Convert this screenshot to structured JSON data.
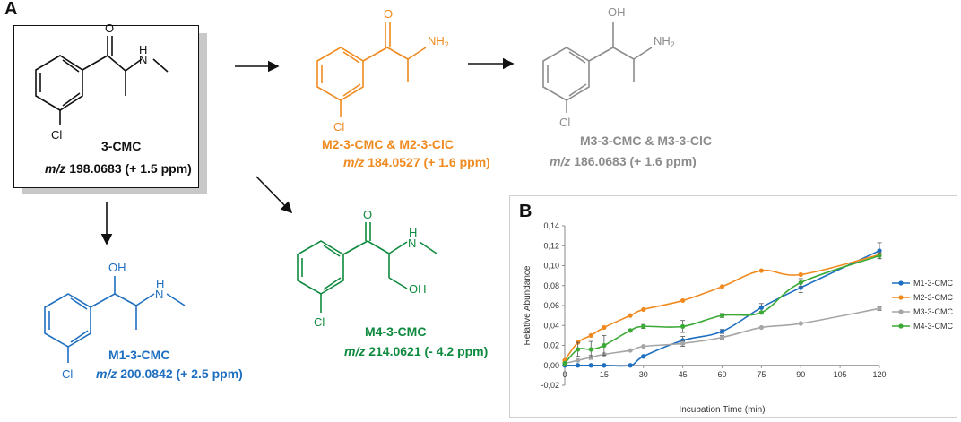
{
  "panel_a_label": "A",
  "panel_b_label": "B",
  "atom_cl": "Cl",
  "atom_nh2": "NH",
  "atom_nh2_sub": "2",
  "atom_n": "N",
  "atom_h": "H",
  "atom_o": "O",
  "atom_oh": "OH",
  "colors": {
    "parent": "#000000",
    "m1": "#1f6fc1",
    "m2": "#f08a1e",
    "m3": "#8c8c8c",
    "m4": "#0e8a3e"
  },
  "parent": {
    "name": "3-CMC",
    "mz_prefix": "m/z",
    "mz_value": " 198.0683 (+ 1.5 ppm)"
  },
  "m1": {
    "name": "M1-3-CMC",
    "mz_prefix": "m/z",
    "mz_value": " 200.0842 (+ 2.5 ppm)"
  },
  "m2": {
    "name": "M2-3-CMC & M2-3-ClC",
    "mz_prefix": "m/z",
    "mz_value": " 184.0527 (+ 1.6 ppm)"
  },
  "m3": {
    "name": "M3-3-CMC & M3-3-ClC",
    "mz_prefix": "m/z",
    "mz_value": " 186.0683 (+ 1.6 ppm)"
  },
  "m4": {
    "name": "M4-3-CMC",
    "mz_prefix": "m/z",
    "mz_value": " 214.0621 (- 4.2 ppm)"
  },
  "chart_data": {
    "type": "line",
    "title": "",
    "xlabel": "Incubation Time (min)",
    "ylabel": "Relative Abundance",
    "xlim": [
      0,
      120
    ],
    "ylim": [
      -0.02,
      0.14
    ],
    "xticks": [
      0,
      15,
      30,
      45,
      60,
      75,
      90,
      105,
      120
    ],
    "yticks": [
      "-0,02",
      "0,00",
      "0,02",
      "0,04",
      "0,06",
      "0,08",
      "0,10",
      "0,12",
      "0,14"
    ],
    "yticks_values": [
      -0.02,
      0,
      0.02,
      0.04,
      0.06,
      0.08,
      0.1,
      0.12,
      0.14
    ],
    "legend_position": "right",
    "grid": false,
    "series": [
      {
        "name": "M1-3-CMC",
        "color": "#1f6fc1",
        "x": [
          0,
          5,
          10,
          15,
          25,
          30,
          45,
          60,
          75,
          90,
          120
        ],
        "y": [
          0,
          0,
          0,
          0,
          0,
          0.009,
          0.025,
          0.034,
          0.058,
          0.078,
          0.115
        ],
        "err": [
          0,
          0,
          0,
          0,
          0,
          0,
          0.004,
          0.002,
          0.004,
          0.005,
          0.008
        ]
      },
      {
        "name": "M2-3-CMC",
        "color": "#f08a1e",
        "x": [
          0,
          5,
          10,
          15,
          25,
          30,
          45,
          60,
          75,
          90,
          120
        ],
        "y": [
          0.005,
          0.023,
          0.03,
          0.038,
          0.05,
          0.056,
          0.065,
          0.079,
          0.095,
          0.091,
          0.111
        ],
        "err": [
          0,
          0,
          0,
          0,
          0,
          0,
          0,
          0,
          0,
          0,
          0
        ]
      },
      {
        "name": "M3-3-CMC",
        "color": "#a6a6a6",
        "x": [
          0,
          5,
          10,
          15,
          25,
          30,
          45,
          60,
          75,
          90,
          120
        ],
        "y": [
          0.002,
          0.005,
          0.008,
          0.011,
          0.015,
          0.019,
          0.022,
          0.028,
          0.038,
          0.042,
          0.057
        ],
        "err": [
          0,
          0,
          0.002,
          0.001,
          0,
          0,
          0.003,
          0.002,
          0,
          0,
          0.002
        ]
      },
      {
        "name": "M4-3-CMC",
        "color": "#3aa935",
        "x": [
          0,
          5,
          10,
          15,
          25,
          30,
          45,
          60,
          75,
          90,
          120
        ],
        "y": [
          0.002,
          0.016,
          0.016,
          0.02,
          0.035,
          0.039,
          0.039,
          0.05,
          0.053,
          0.083,
          0.11
        ],
        "err": [
          0,
          0.007,
          0.008,
          0.01,
          0,
          0.002,
          0.006,
          0.002,
          0,
          0.004,
          0.003
        ]
      }
    ]
  }
}
